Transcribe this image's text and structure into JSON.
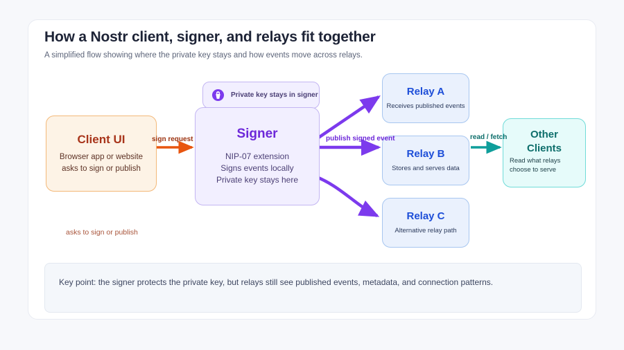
{
  "header": {
    "title": "How a Nostr client, signer, and relays fit together",
    "subtitle": "A simplified flow showing where the private key stays and how events move across relays."
  },
  "nodes": {
    "client_ui": {
      "title": "Client UI",
      "line1": "Browser app or website",
      "line2": "asks to sign or publish",
      "fill": "#fdf3e6",
      "border": "#f3b878",
      "title_color": "#a8341a"
    },
    "signer": {
      "title": "Signer",
      "line1": "NIP-07 extension",
      "line2": "Signs events locally",
      "line3": "Private key stays here",
      "fill": "#f2efff",
      "border": "#c3b5f2",
      "title_color": "#6d28d9"
    },
    "private_key_badge": {
      "icon": "shield-lock-icon",
      "label": "Private key stays in signer",
      "fill": "#f2efff",
      "border": "#c3b5f2",
      "icon_color": "#7c3aed"
    },
    "relay_a": {
      "title": "Relay A",
      "subtitle": "Receives published events",
      "fill": "#eaf1fd",
      "border": "#a7c6f0",
      "title_color": "#1d4ed8"
    },
    "relay_b": {
      "title": "Relay B",
      "subtitle": "Stores and serves data",
      "fill": "#eaf1fd",
      "border": "#a7c6f0",
      "title_color": "#1d4ed8"
    },
    "relay_c": {
      "title": "Relay C",
      "subtitle": "Alternative relay path",
      "fill": "#eaf1fd",
      "border": "#a7c6f0",
      "title_color": "#1d4ed8"
    },
    "other_clients": {
      "title_line1": "Other",
      "title_line2": "Clients",
      "subtitle": "Read what relays choose to serve",
      "fill": "#e6fbfa",
      "border": "#6fdbd8",
      "title_color": "#0d6e6b"
    }
  },
  "edges": {
    "sign_request": {
      "label": "sign request",
      "color": "#e8550f"
    },
    "publish_signed_event": {
      "label": "publish signed event",
      "color": "#7c3aed"
    },
    "read_fetch": {
      "label": "read / fetch",
      "color": "#0f9e9b"
    },
    "asks_to_sign": {
      "label": "asks to sign or publish",
      "color": "#a8543a"
    }
  },
  "footer": {
    "text": "Key point: the signer protects the private key, but relays still see published events, metadata, and connection patterns."
  },
  "theme": {
    "page_background": "#f7f8fb",
    "card_background": "#ffffff",
    "card_border": "#e8ebf2",
    "title_color": "#1d2336",
    "subtitle_color": "#5c6479"
  }
}
